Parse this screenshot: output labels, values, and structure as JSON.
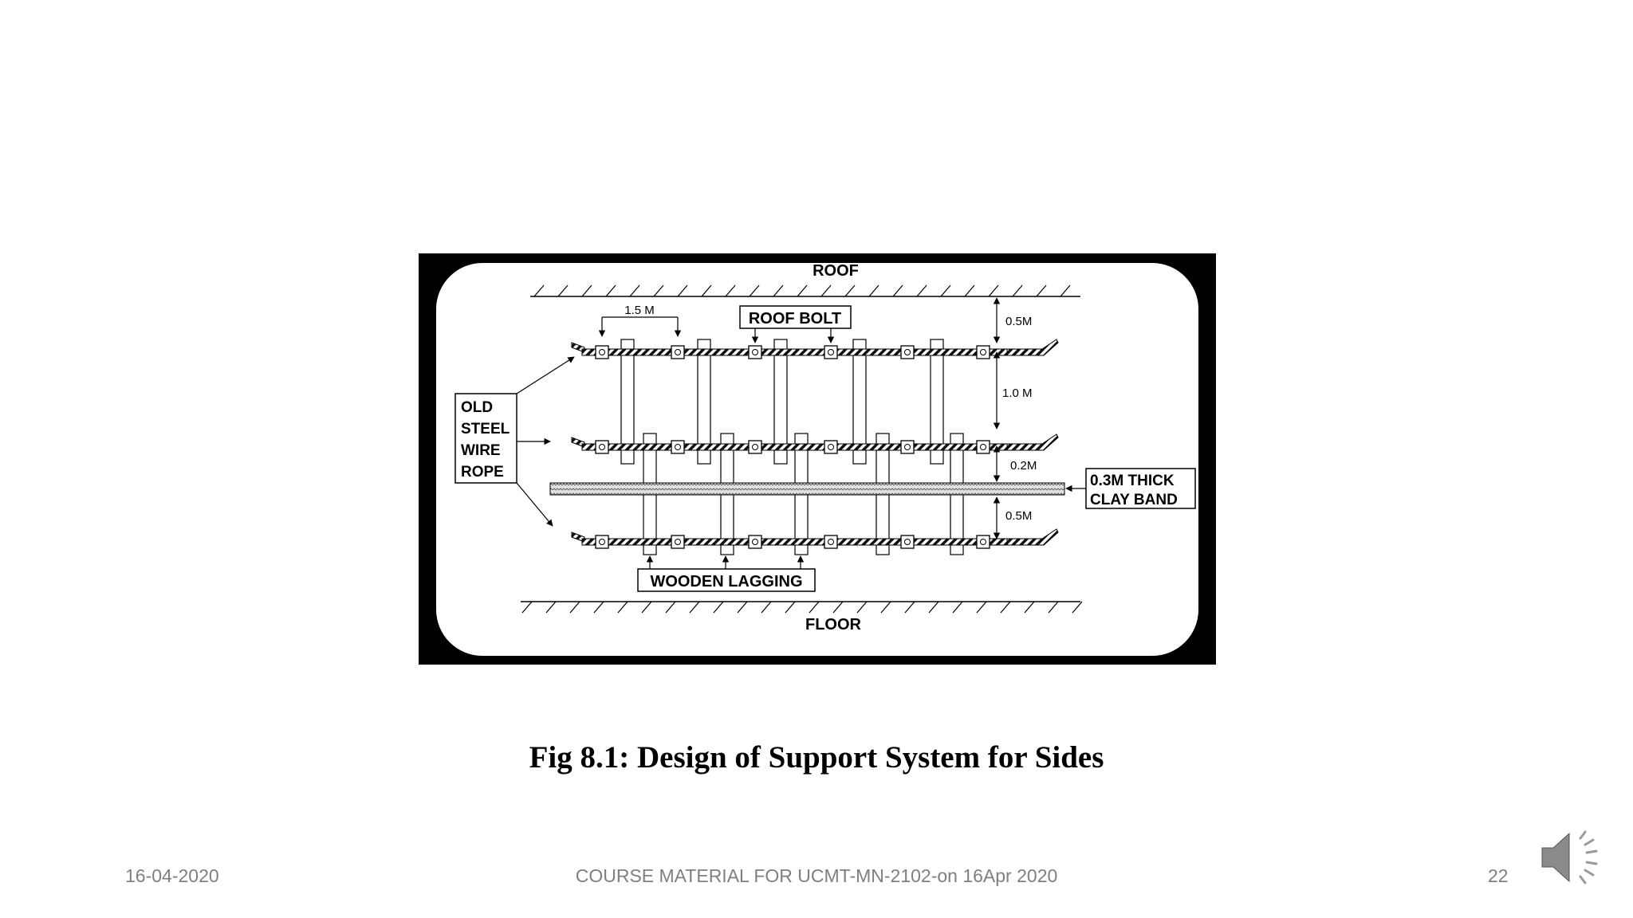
{
  "diagram": {
    "roof_label": "ROOF",
    "floor_label": "FLOOR",
    "roof_bolt_label": "ROOF BOLT",
    "spacing_label": "1.5 M",
    "rope_label": [
      "OLD",
      "STEEL",
      "WIRE",
      "ROPE"
    ],
    "lagging_label": "WOODEN  LAGGING",
    "clay_band_label": [
      "0.3M THICK",
      "CLAY BAND"
    ],
    "dim_top": "0.5M",
    "dim_middle": "1.0 M",
    "dim_upper_clay": "0.2M",
    "dim_lower_clay": "0.5M"
  },
  "caption": "Fig 8.1: Design of Support System for Sides",
  "footer": {
    "date": "16-04-2020",
    "course": "COURSE MATERIAL FOR UCMT-MN-2102-on 16Apr 2020",
    "page": "22"
  },
  "icons": {
    "audio": "speaker-icon"
  }
}
